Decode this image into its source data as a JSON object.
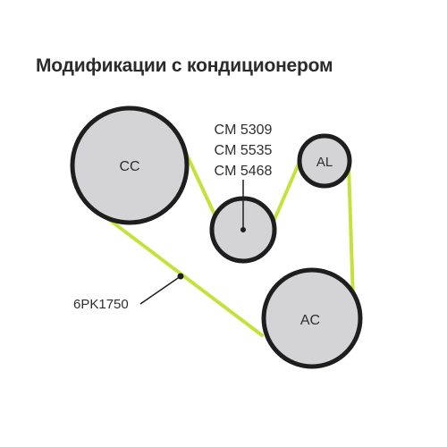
{
  "title": "Модификации с кондиционером",
  "pulleys": {
    "cc": {
      "label": "CC"
    },
    "al": {
      "label": "AL"
    },
    "ac": {
      "label": "AC"
    },
    "tensioner": {
      "part_numbers": [
        "CM 5309",
        "CM 5535",
        "CM 5468"
      ]
    }
  },
  "belt": {
    "label": "6PK1750"
  },
  "colors": {
    "belt": "#c8e03c",
    "pulley_fill": "#d4d4d6",
    "pulley_stroke": "#1e1e1e",
    "text": "#2b2b2b"
  }
}
